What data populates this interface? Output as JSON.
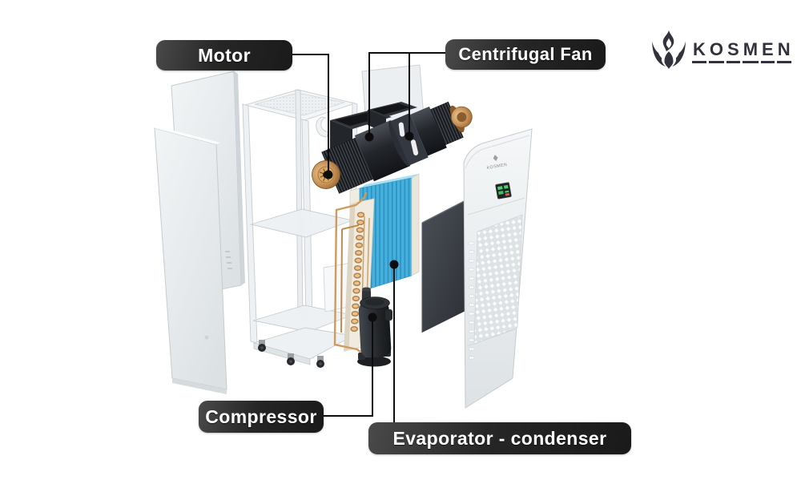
{
  "figure": {
    "type": "exploded-view-diagram",
    "subject": "industrial dehumidifier internal components"
  },
  "callouts": {
    "motor": {
      "label": "Motor"
    },
    "centrifugal_fan": {
      "label": "Centrifugal Fan"
    },
    "compressor": {
      "label": "Compressor"
    },
    "evaporator_condenser": {
      "label": "Evaporator - condenser"
    }
  },
  "brand": {
    "name": "KOSMEN",
    "letters": [
      "K",
      "O",
      "S",
      "M",
      "E",
      "N"
    ],
    "icon": "phoenix-flame-icon",
    "color": "#32323c"
  },
  "front_panel": {
    "brand_text": "KOSMEN"
  },
  "colors": {
    "background": "#ffffff",
    "callout_bg": "#262626",
    "callout_text": "#ffffff",
    "connector_line": "#0d0d0d",
    "evaporator_blue": "#45b0dc",
    "copper": "#cf9a5e",
    "machine_dark": "#2c3036",
    "panel_light": "#eef1f2",
    "filter_dark": "#393c41"
  }
}
